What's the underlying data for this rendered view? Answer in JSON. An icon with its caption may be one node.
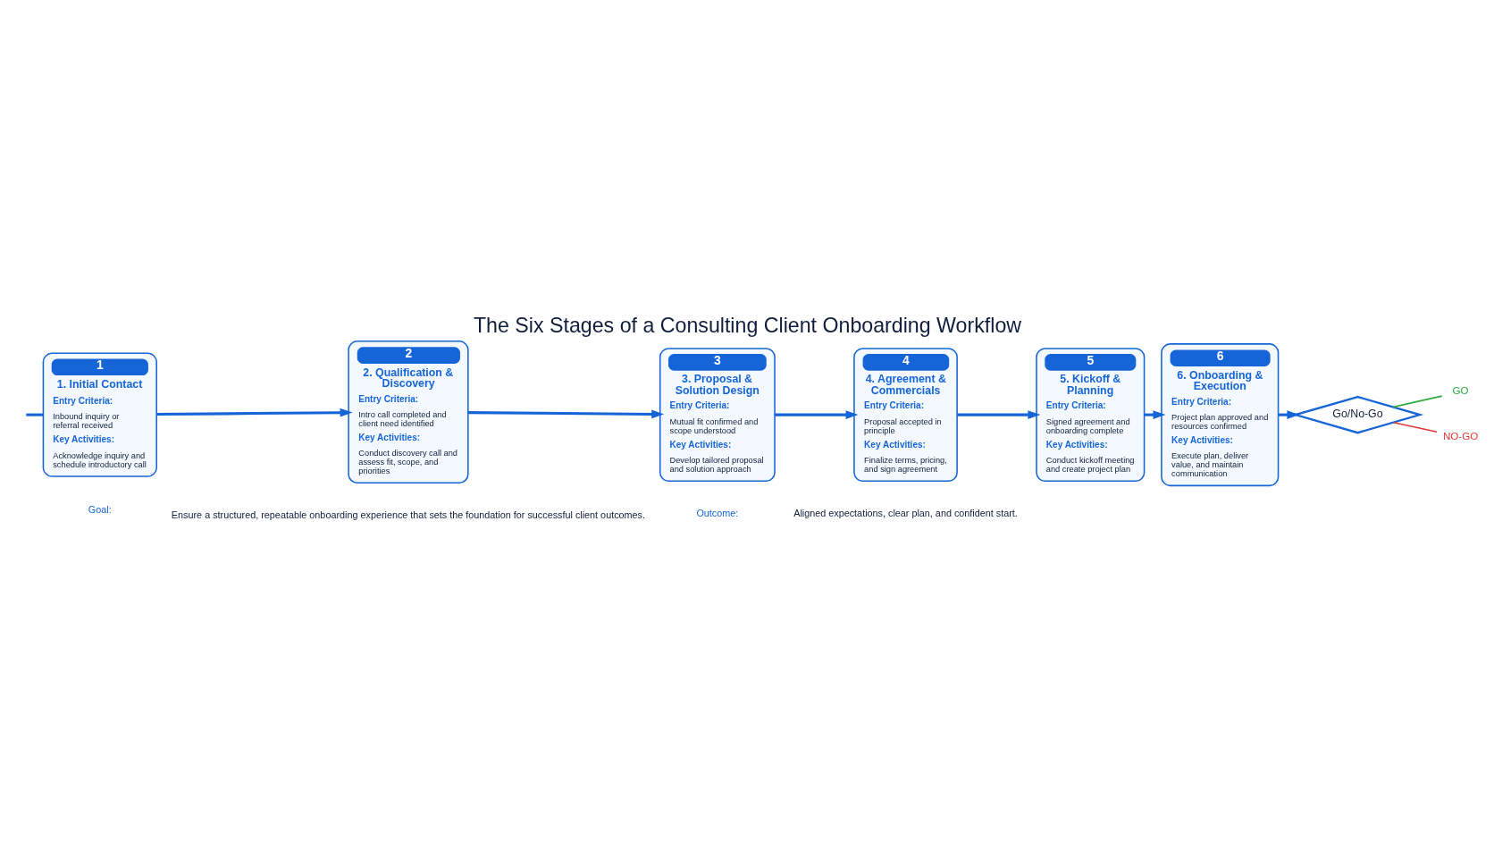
{
  "diagram": {
    "title": "The Six Stages of a Consulting Client Onboarding Workflow",
    "nodes": [
      {
        "text": [
          "1",
          "1. Initial Contact",
          "Entry Criteria:",
          "Inbound inquiry or referral received",
          "Key Activities:",
          "Acknowledge inquiry and schedule introductory call"
        ]
      },
      {
        "text": [
          "2",
          "2. Qualification & Discovery",
          "Entry Criteria:",
          "Intro call completed and client need identified",
          "Key Activities:",
          "Conduct discovery call and assess fit, scope, and priorities"
        ]
      },
      {
        "text": [
          "3",
          "3. Proposal & Solution Design",
          "Entry Criteria:",
          "Mutual fit confirmed and scope understood",
          "Key Activities:",
          "Develop tailored proposal and solution approach"
        ]
      },
      {
        "text": [
          "4",
          "4. Agreement & Commercials",
          "Entry Criteria:",
          "Proposal accepted in principle",
          "Key Activities:",
          "Finalize terms, pricing, and sign agreement"
        ]
      },
      {
        "text": [
          "5",
          "5. Kickoff & Planning",
          "Entry Criteria:",
          "Signed agreement and onboarding complete",
          "Key Activities:",
          "Conduct kickoff meeting and create project plan"
        ]
      },
      {
        "text": [
          "6",
          "6. Onboarding & Execution",
          "Entry Criteria:",
          "Project plan approved and resources confirmed",
          "Key Activities:",
          "Execute plan, deliver value, and maintain communication"
        ]
      },
      {
        "text": [
          "Go/No-Go"
        ]
      },
      {
        "text": [
          "GO"
        ]
      },
      {
        "text": [
          "NO-GO"
        ]
      }
    ],
    "edges": [
      {
        "from": null,
        "to": 0,
        "arrow": "none"
      },
      {
        "from": 0,
        "to": 1,
        "arrow": "to"
      },
      {
        "from": 1,
        "to": 2,
        "arrow": "to"
      },
      {
        "from": 2,
        "to": 3,
        "arrow": "to"
      },
      {
        "from": 3,
        "to": 4,
        "arrow": "to"
      },
      {
        "from": 4,
        "to": 5,
        "arrow": "to"
      },
      {
        "from": 5,
        "to": 6,
        "arrow": "to"
      },
      {
        "from": 6,
        "to": 7,
        "arrow": "none",
        "color": "#2eaa3c"
      },
      {
        "from": 6,
        "to": 8,
        "arrow": "none",
        "color": "#e53935"
      }
    ],
    "labels": [
      "Goal:",
      "Ensure a structured, repeatable onboarding experience that sets the foundation for successful client outcomes.",
      "Outcome:",
      "Aligned expectations, clear plan, and confident start."
    ]
  }
}
